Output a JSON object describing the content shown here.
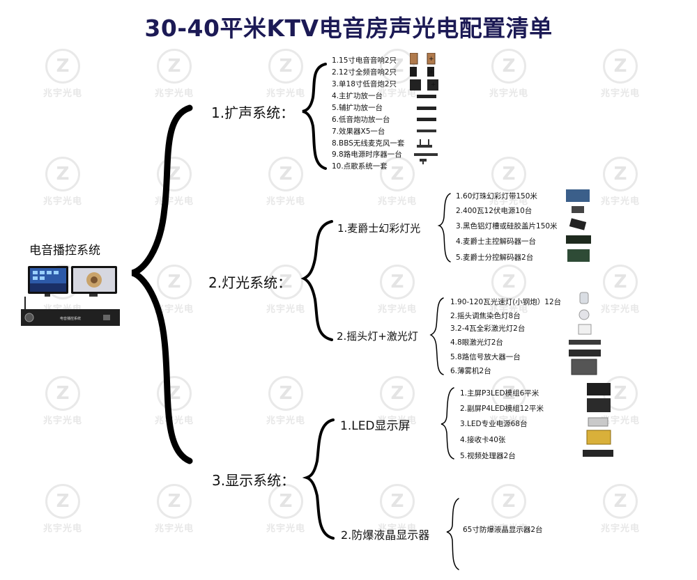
{
  "title": "30-40平米KTV电音房声光电配置清单",
  "watermark": {
    "glyph": "Z",
    "text": "兆宇光电"
  },
  "root": {
    "label": "电音播控系统",
    "device": {
      "screen_text": "电音播控系统"
    }
  },
  "sections": [
    {
      "label": "1.扩声系统：",
      "items": [
        "1.15寸电音音响2只",
        "2.12寸全频音响2只",
        "3.单18寸低音炮2只",
        "4.主扩功放一台",
        "5.辅扩功放一台",
        "6.低音炮功放一台",
        "7.效果器X5一台",
        "8.BBS无线麦克风一套",
        "9.8路电源时序器一台",
        "10.点歌系统一套"
      ],
      "plus": [
        "+",
        "+",
        "+"
      ]
    },
    {
      "label": "2.灯光系统：",
      "groups": [
        {
          "label": "1.麦爵士幻彩灯光",
          "items": [
            "1.60灯珠幻彩灯带150米",
            "2.400瓦12伏电源10台",
            "3.黑色铝灯槽或硅胶盖片150米",
            "4.麦爵士主控解码器一台",
            "5.麦爵士分控解码器2台"
          ]
        },
        {
          "label": "2.摇头灯+激光灯",
          "items": [
            "1.90-120瓦光速灯(小钢炮）12台",
            "2.摇头调焦染色灯8台",
            "3.2-4瓦全彩激光灯2台",
            "4.8眼激光灯2台",
            "5.8路信号放大器一台",
            "6.薄雾机2台"
          ]
        }
      ]
    },
    {
      "label": "3.显示系统：",
      "groups": [
        {
          "label": "1.LED显示屏",
          "items": [
            "1.主屏P3LED模组6平米",
            "2.副屏P4LED模组12平米",
            "3.LED专业电源68台",
            "4.接收卡40张",
            "5.视频处理器2台"
          ]
        },
        {
          "label": "2.防爆液晶显示器",
          "items": [
            "65寸防爆液晶显示器2台"
          ]
        }
      ]
    }
  ],
  "colors": {
    "title": "#1c1a55",
    "brace": "#000000",
    "watermark": "#e6e6e6"
  }
}
